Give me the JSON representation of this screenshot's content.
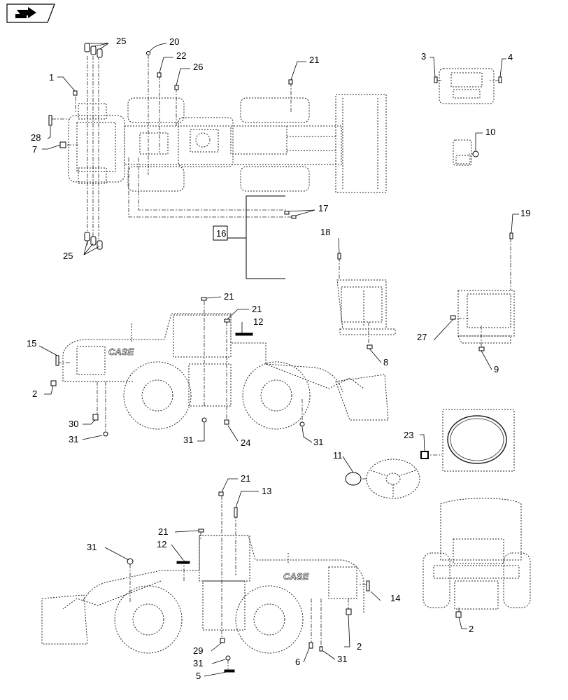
{
  "nav": {
    "icon": "arrow-right-icon"
  },
  "logo_text": "CASE",
  "callouts": {
    "c1": "1",
    "c2": "2",
    "c2b": "2",
    "c2c": "2",
    "c3": "3",
    "c4": "4",
    "c5": "5",
    "c6": "6",
    "c7": "7",
    "c8": "8",
    "c9": "9",
    "c10": "10",
    "c11": "11",
    "c12": "12",
    "c12b": "12",
    "c13": "13",
    "c14": "14",
    "c15": "15",
    "c16": "16",
    "c17": "17",
    "c18": "18",
    "c19": "19",
    "c20": "20",
    "c21a": "21",
    "c21b": "21",
    "c21c": "21",
    "c21d": "21",
    "c21e": "21",
    "c22": "22",
    "c23": "23",
    "c24": "24",
    "c25a": "25",
    "c25b": "25",
    "c26": "26",
    "c27": "27",
    "c28": "28",
    "c29": "29",
    "c30": "30",
    "c31a": "31",
    "c31b": "31",
    "c31c": "31",
    "c31d": "31",
    "c31e": "31",
    "c31f": "31"
  }
}
